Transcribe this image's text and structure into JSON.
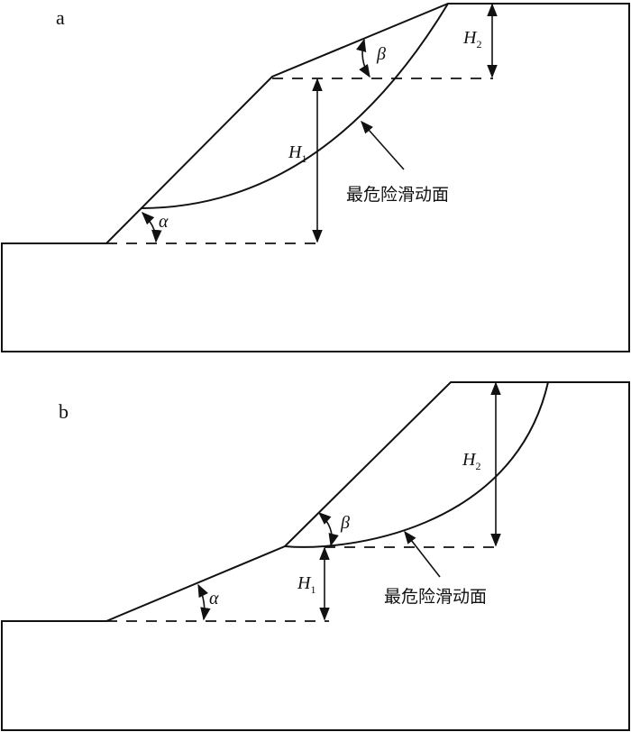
{
  "panel_a": {
    "panel_label": "a",
    "alpha_label": "α",
    "beta_label": "β",
    "h1_label": "H",
    "h1_sub": "1",
    "h2_label": "H",
    "h2_sub": "2",
    "slip_surface_label": "最危险滑动面"
  },
  "panel_b": {
    "panel_label": "b",
    "alpha_label": "α",
    "beta_label": "β",
    "h1_label": "H",
    "h1_sub": "1",
    "h2_label": "H",
    "h2_sub": "2",
    "slip_surface_label": "最危险滑动面"
  }
}
